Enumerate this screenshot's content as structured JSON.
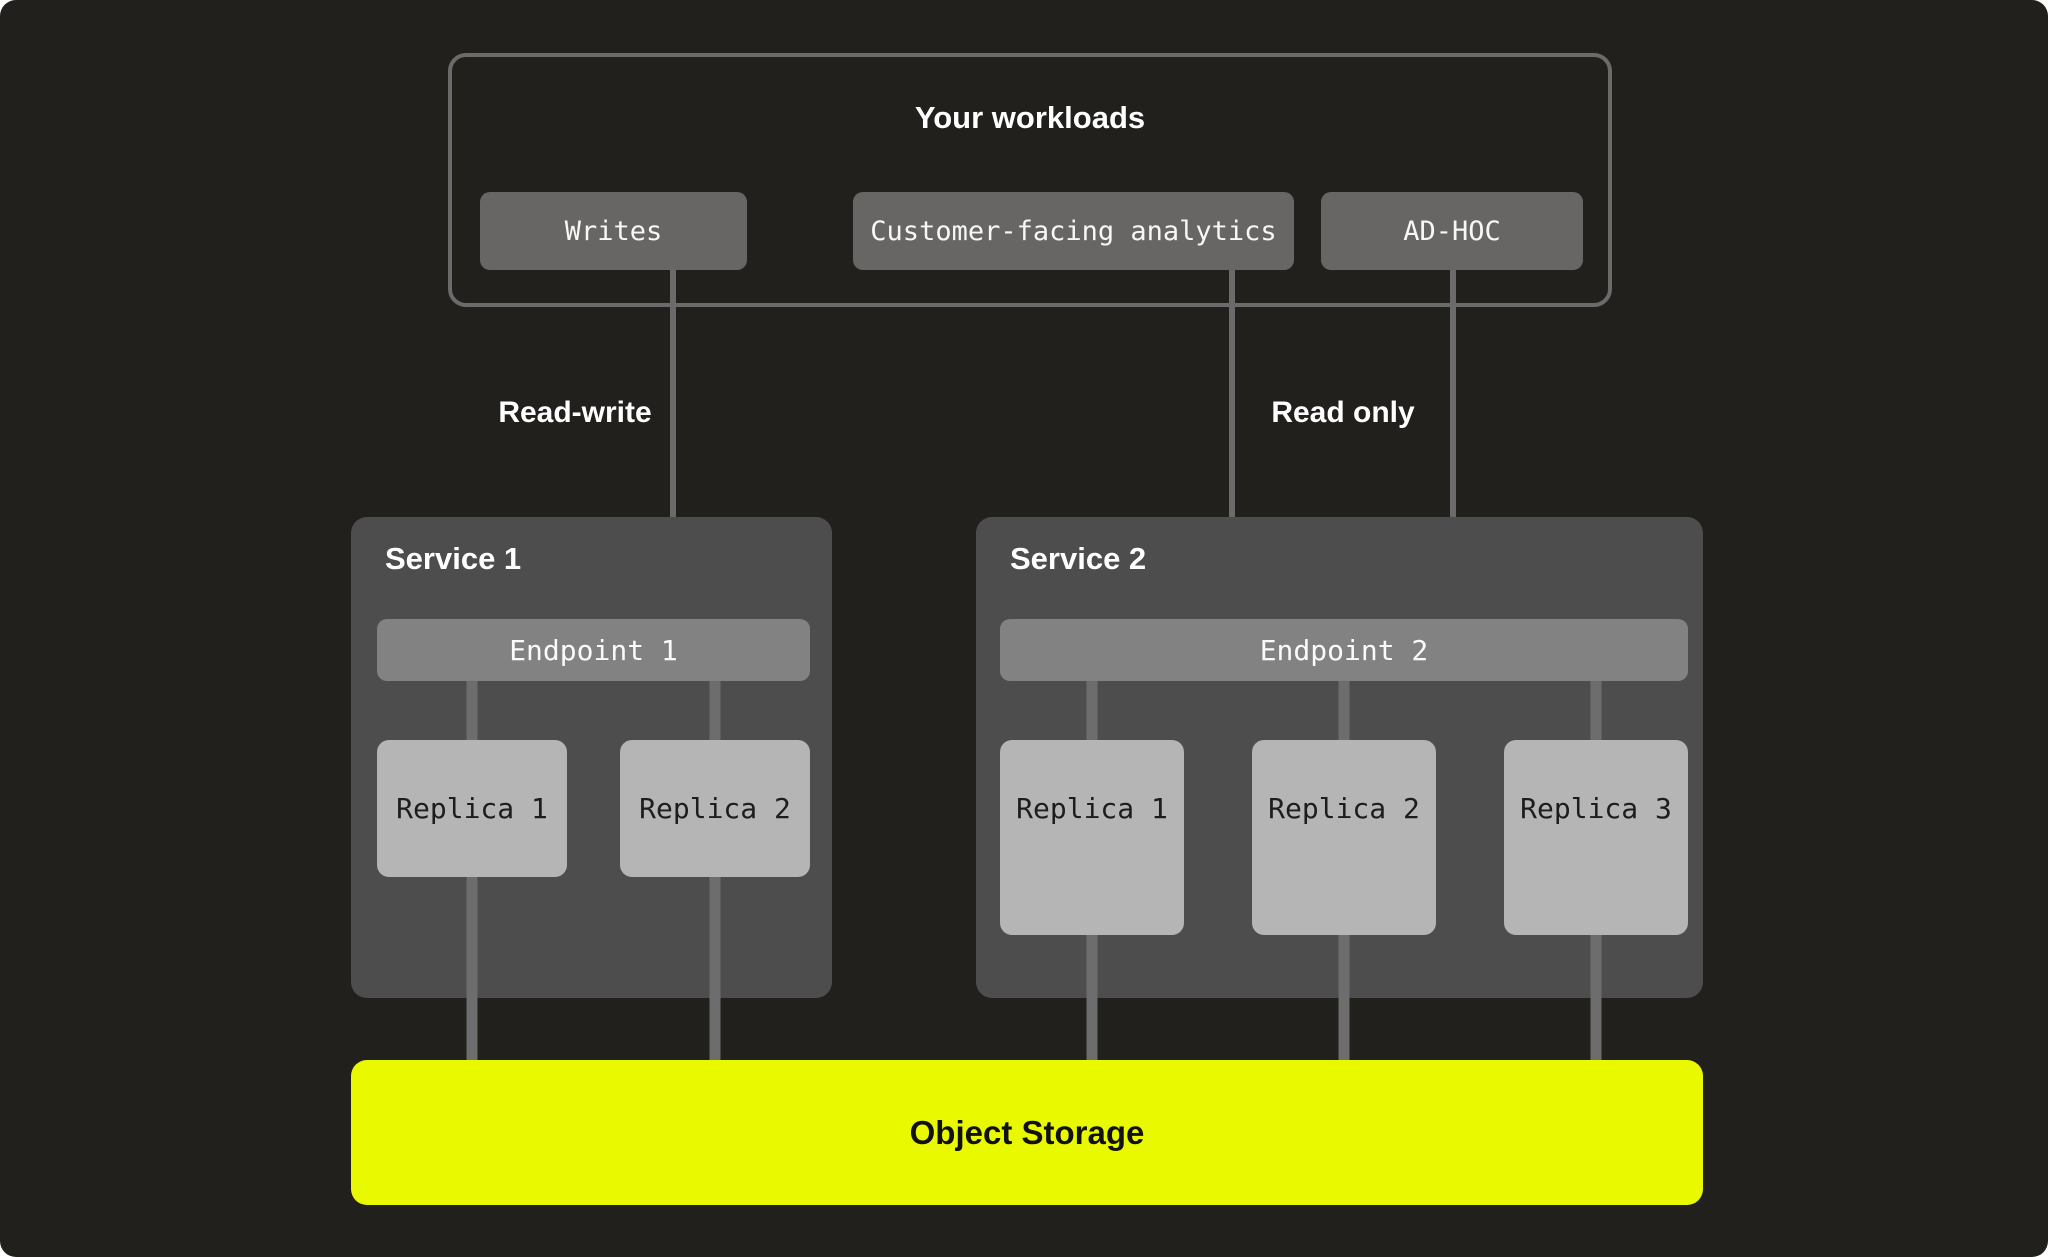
{
  "diagram": {
    "workloads": {
      "title": "Your workloads",
      "items": [
        {
          "label": "Writes"
        },
        {
          "label": "Customer-facing analytics"
        },
        {
          "label": "AD-HOC"
        }
      ]
    },
    "flows": {
      "read_write": "Read-write",
      "read_only": "Read only"
    },
    "services": [
      {
        "title": "Service 1",
        "endpoint": "Endpoint 1",
        "replicas": [
          "Replica 1",
          "Replica 2"
        ]
      },
      {
        "title": "Service 2",
        "endpoint": "Endpoint 2",
        "replicas": [
          "Replica 1",
          "Replica 2",
          "Replica 3"
        ]
      }
    ],
    "storage": {
      "label": "Object Storage"
    },
    "colors": {
      "background": "#21201c",
      "service_panel": "#4d4d4d",
      "endpoint_bar": "#828282",
      "replica_box": "#b5b5b5",
      "workload_chip": "#676664",
      "connector_gray": "#6b6b6b",
      "storage_accent": "#e9f900",
      "heading_text": "#ffffff",
      "replica_text": "#1d1d1d",
      "storage_text": "#111111"
    }
  }
}
